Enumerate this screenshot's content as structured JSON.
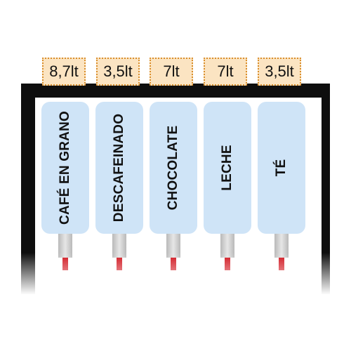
{
  "capacities": [
    "8,7lt",
    "3,5lt",
    "7lt",
    "7lt",
    "3,5lt"
  ],
  "canisters": [
    "CAFÉ EN GRANO",
    "DESCAFEINADO",
    "CHOCOLATE",
    "LECHE",
    "TÉ"
  ],
  "colors": {
    "frame": "#0e0e0e",
    "canister": "#cfe4f7",
    "capacity_fill": "#fbe4c2",
    "capacity_border": "#d98e2c",
    "nozzle_tip": "#d0101a"
  }
}
